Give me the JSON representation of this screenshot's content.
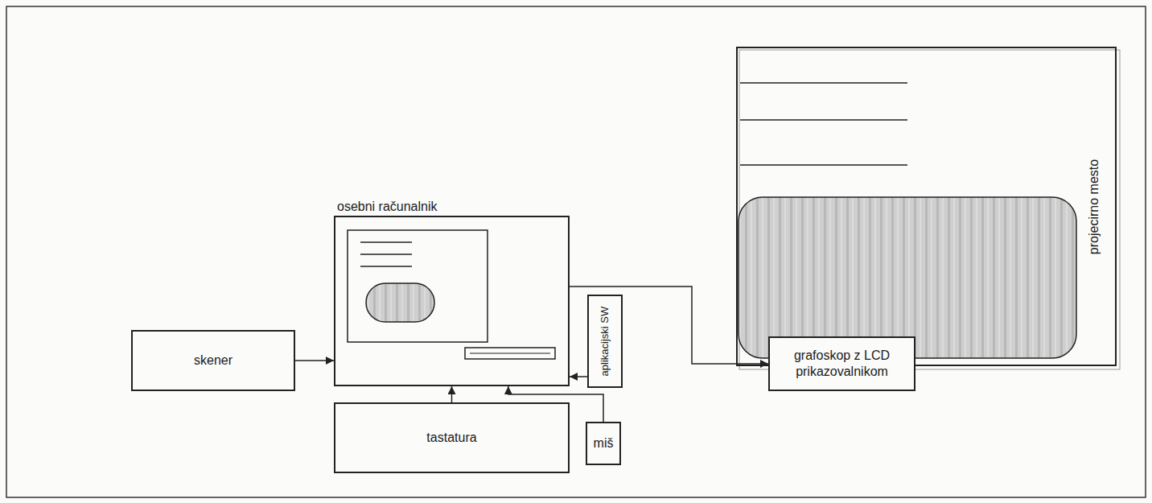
{
  "diagram": {
    "nodes": [
      {
        "text": [
          "osebni računalnik"
        ]
      },
      {
        "text": [
          "projecirno mesto"
        ]
      },
      {
        "text": [
          "skener"
        ]
      },
      {
        "text": [
          "aplikacijski SW"
        ]
      },
      {
        "text": [
          "grafoskop z LCD prikazovalnikom"
        ]
      },
      {
        "text": [
          "tastatura"
        ]
      },
      {
        "text": [
          "miš"
        ]
      }
    ],
    "edges": [
      {
        "from": 2,
        "to": 0,
        "arrow": "to"
      },
      {
        "from": 3,
        "to": 0,
        "arrow": "to"
      },
      {
        "from": 0,
        "to": 4,
        "arrow": "to"
      },
      {
        "from": 5,
        "to": 0,
        "arrow": "to"
      },
      {
        "from": 6,
        "to": 0,
        "arrow": "to"
      }
    ]
  }
}
